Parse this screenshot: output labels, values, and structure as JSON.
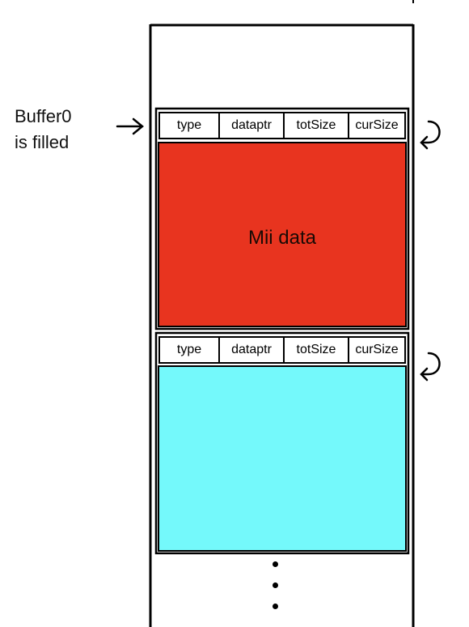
{
  "side_label": {
    "line1": "Buffer0",
    "line2": "is filled"
  },
  "buffers": [
    {
      "header": [
        "type",
        "dataptr",
        "totSize",
        "curSize"
      ],
      "data_label": "Mii data",
      "data_color": "#e8341f"
    },
    {
      "header": [
        "type",
        "dataptr",
        "totSize",
        "curSize"
      ],
      "data_label": "",
      "data_color": "#74f9fb"
    }
  ],
  "continuation": "⋮",
  "icons": {
    "pointer_arrow": "right-arrow-icon",
    "loop_arrow": "return-arrow-icon"
  }
}
